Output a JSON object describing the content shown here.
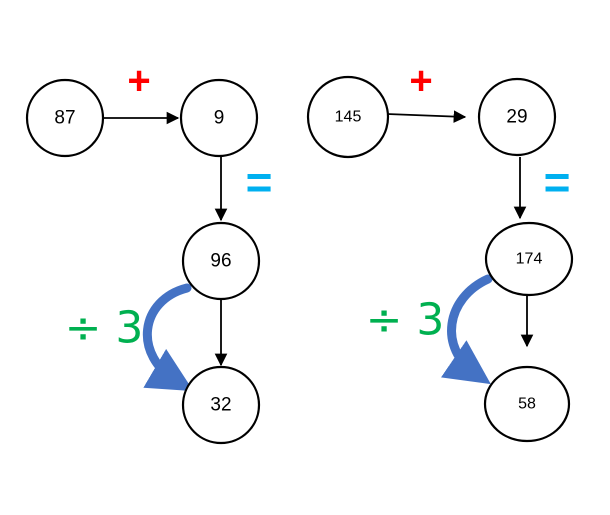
{
  "colors": {
    "plus": "#ff0000",
    "equals": "#00b0f0",
    "divide": "#00b050",
    "curved_arrow": "#4472c4",
    "node_stroke": "#000000"
  },
  "left_flow": {
    "start": "87",
    "addend": "9",
    "sum": "96",
    "result": "32",
    "plus_symbol": "+",
    "equals_symbol": "=",
    "divide_label": "÷ 3"
  },
  "right_flow": {
    "start": "145",
    "addend": "29",
    "sum": "174",
    "result": "58",
    "plus_symbol": "+",
    "equals_symbol": "=",
    "divide_label": "÷ 3"
  }
}
